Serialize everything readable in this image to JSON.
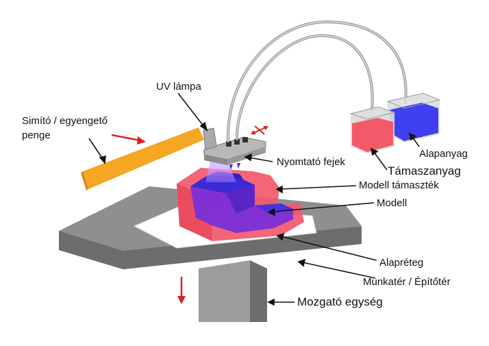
{
  "labels": {
    "blade_line1": "Simító / egyengető",
    "blade_line2": "penge",
    "uv_lamp": "UV lámpa",
    "print_heads": "Nyomtató fejek",
    "base_material": "Alapanyag",
    "support_material": "Támaszanyag",
    "model_support": "Modell támaszték",
    "model": "Modell",
    "base_layer": "Alapréteg",
    "workspace": "Munkatér / Építőtér",
    "motion_unit": "Mozgató egység"
  },
  "colors": {
    "blade": "#f5a623",
    "support_red": "#f2596b",
    "model_blue": "#3a2bd6",
    "model_purple": "#7b2ed8",
    "platform_top": "#8e8e8e",
    "platform_side": "#6b6b6b",
    "base_layer": "#ffffff",
    "arrow_red": "#e02020",
    "uv_glow": "#c79cff"
  }
}
